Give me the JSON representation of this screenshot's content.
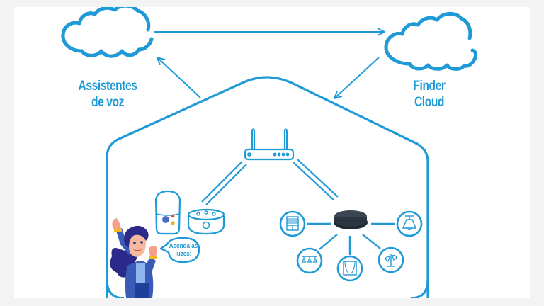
{
  "diagram": {
    "title": "Smart home voice assistant architecture",
    "colors": {
      "stroke": "#1f9ad6",
      "background": "#ffffff",
      "frame": "#f3f3f3",
      "hub": "#2f3a45",
      "character_jacket": "#3a5bb8",
      "character_hair": "#2b2a8a"
    },
    "nodes": {
      "voice_assistants_cloud": {
        "label_line1": "Assistentes",
        "label_line2": "de voz",
        "icon": "cloud-icon"
      },
      "finder_cloud": {
        "label_line1": "Finder",
        "label_line2": "Cloud",
        "icon": "cloud-icon"
      },
      "home": {
        "icon": "house-outline"
      },
      "router": {
        "icon": "wifi-router-icon"
      },
      "google_home": {
        "icon": "google-home-speaker-icon"
      },
      "echo_dot": {
        "icon": "echo-dot-speaker-icon"
      },
      "hub": {
        "icon": "smart-hub-icon"
      },
      "character": {
        "icon": "woman-character",
        "speech": {
          "line1": "Acenda as",
          "line2": "luzes!"
        }
      }
    },
    "devices": [
      {
        "name": "shutter",
        "icon": "roller-shutter-icon"
      },
      {
        "name": "ceiling-lamp",
        "icon": "ceiling-lamp-icon"
      },
      {
        "name": "light-track",
        "icon": "track-lights-icon"
      },
      {
        "name": "curtain",
        "icon": "curtain-window-icon"
      },
      {
        "name": "plug-socket",
        "icon": "plug-socket-icon"
      }
    ],
    "edges": [
      {
        "from": "voice_assistants_cloud",
        "to": "finder_cloud",
        "type": "arrow"
      },
      {
        "from": "home",
        "to": "voice_assistants_cloud",
        "type": "arrow"
      },
      {
        "from": "finder_cloud",
        "to": "home",
        "type": "arrow"
      },
      {
        "from": "router",
        "to": "echo_dot",
        "type": "double-line"
      },
      {
        "from": "router",
        "to": "hub",
        "type": "double-line"
      },
      {
        "from": "hub",
        "to": "shutter",
        "type": "line"
      },
      {
        "from": "hub",
        "to": "ceiling-lamp",
        "type": "line"
      },
      {
        "from": "hub",
        "to": "light-track",
        "type": "line"
      },
      {
        "from": "hub",
        "to": "curtain",
        "type": "line"
      },
      {
        "from": "hub",
        "to": "plug-socket",
        "type": "line"
      }
    ]
  }
}
